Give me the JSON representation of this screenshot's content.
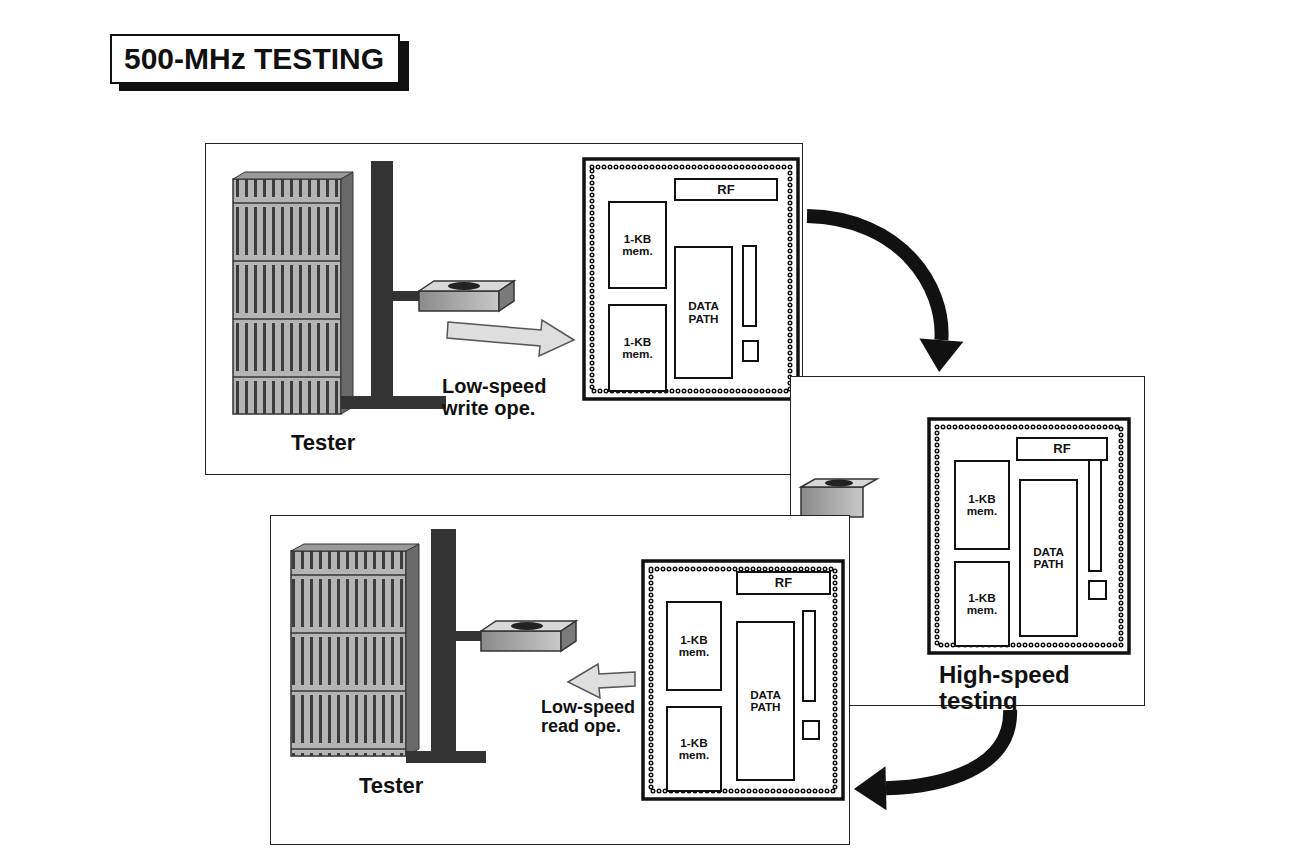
{
  "diagram": {
    "title": "500-MHz TESTING",
    "nodes": [
      {
        "text": [
          "Low-speed write ope.",
          "Tester"
        ]
      },
      {
        "text": [
          "1-KB mem."
        ],
        "in": 0
      },
      {
        "text": [
          "1-KB mem."
        ],
        "in": 0
      },
      {
        "text": [
          "RF"
        ],
        "in": 0
      },
      {
        "text": [
          "DATA PATH"
        ],
        "in": 0
      },
      {
        "text": [
          "High-speed testing"
        ]
      },
      {
        "text": [
          "1-KB mem."
        ],
        "in": 5
      },
      {
        "text": [
          "1-KB mem."
        ],
        "in": 5
      },
      {
        "text": [
          "RF"
        ],
        "in": 5
      },
      {
        "text": [
          "DATA PATH"
        ],
        "in": 5
      },
      {
        "text": [
          "Low-speed read ope.",
          "Tester"
        ]
      },
      {
        "text": [
          "1-KB mem."
        ],
        "in": 10
      },
      {
        "text": [
          "1-KB mem."
        ],
        "in": 10
      },
      {
        "text": [
          "RF"
        ],
        "in": 10
      },
      {
        "text": [
          "DATA PATH"
        ],
        "in": 10
      }
    ],
    "edges": [
      {
        "from": 0,
        "to": 5,
        "arrow": "to"
      },
      {
        "from": 5,
        "to": 10,
        "arrow": "to"
      }
    ]
  }
}
